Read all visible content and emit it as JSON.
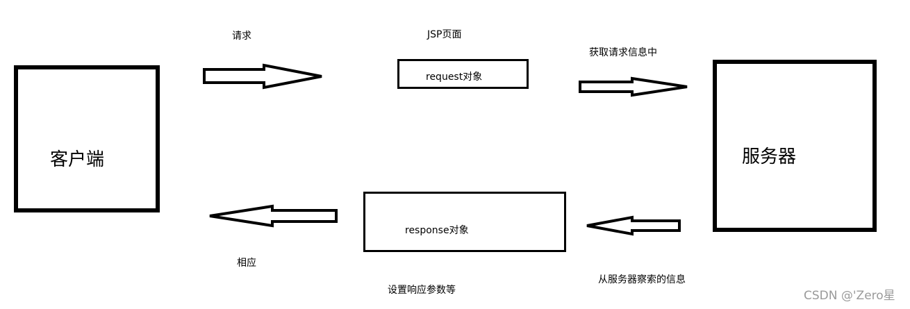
{
  "nodes": {
    "client": "客户端",
    "server": "服务器",
    "request_object": "request对象",
    "response_object": "response对象"
  },
  "labels": {
    "request": "请求",
    "jsp_page": "JSP页面",
    "get_request_info": "获取请求信息中",
    "reply": "相应",
    "set_response_params": "设置响应参数等",
    "info_from_server": "从服务器察索的信息"
  },
  "watermark": "CSDN @'Zero星"
}
